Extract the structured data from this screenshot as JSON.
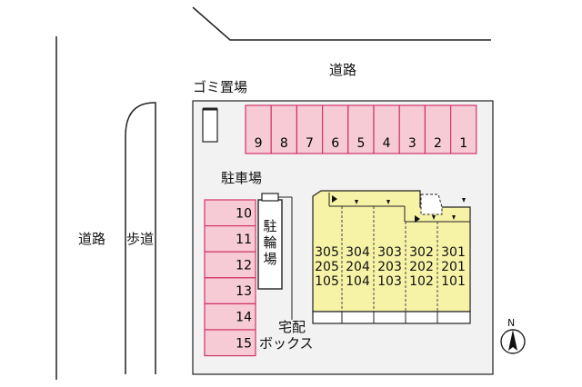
{
  "labels": {
    "road_top": "道路",
    "road_left": "道路",
    "sidewalk": "歩道",
    "garbage": "ゴミ置場",
    "parking": "駐車場",
    "bicycle": "駐輪場",
    "delivery_line1": "宅配",
    "delivery_line2": "ボックス",
    "north": "N"
  },
  "parking_top": [
    "9",
    "8",
    "7",
    "6",
    "5",
    "4",
    "3",
    "2",
    "1"
  ],
  "parking_left": [
    "10",
    "11",
    "12",
    "13",
    "14",
    "15"
  ],
  "units": {
    "floor3": [
      "305",
      "304",
      "303",
      "302",
      "301"
    ],
    "floor2": [
      "205",
      "204",
      "203",
      "202",
      "201"
    ],
    "floor1": [
      "105",
      "104",
      "103",
      "102",
      "101"
    ]
  },
  "colors": {
    "parking_fill": "#f6cbd6",
    "parking_stroke": "#d2336a",
    "building_fill": "#f6f3a6",
    "site_fill": "#f2f2f2"
  }
}
